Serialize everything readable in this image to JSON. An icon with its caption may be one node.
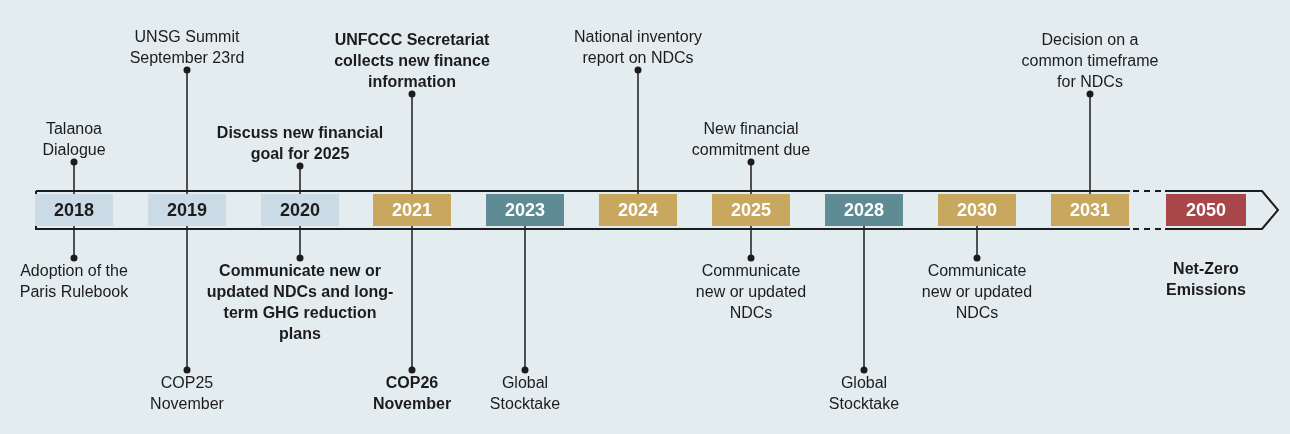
{
  "diagram": {
    "nodes": [
      {
        "text": [],
        "shape": "arrow"
      },
      {
        "text": [
          "2018"
        ],
        "in": 0
      },
      {
        "text": [
          "2019"
        ],
        "in": 0
      },
      {
        "text": [
          "2020"
        ],
        "in": 0
      },
      {
        "text": [
          "2021"
        ],
        "in": 0
      },
      {
        "text": [
          "2023"
        ],
        "in": 0
      },
      {
        "text": [
          "2024"
        ],
        "in": 0
      },
      {
        "text": [
          "2025"
        ],
        "in": 0
      },
      {
        "text": [
          "2028"
        ],
        "in": 0
      },
      {
        "text": [
          "2030"
        ],
        "in": 0
      },
      {
        "text": [
          "2031"
        ],
        "in": 0
      },
      {
        "text": [
          "2050"
        ],
        "in": 0,
        "beside": [
          "Net-Zero Emissions"
        ]
      },
      {
        "text": [
          "Talanoa Dialogue"
        ]
      },
      {
        "text": [
          "UNSG Summit September 23rd"
        ]
      },
      {
        "text": [
          "Discuss new financial goal for 2025"
        ]
      },
      {
        "text": [
          "UNFCCC Secretariat collects new finance information"
        ]
      },
      {
        "text": [
          "National inventory report on NDCs"
        ]
      },
      {
        "text": [
          "New financial commitment due"
        ]
      },
      {
        "text": [
          "Decision on a common timeframe for NDCs"
        ]
      },
      {
        "text": [
          "Adoption of the Paris Rulebook"
        ]
      },
      {
        "text": [
          "COP25 November"
        ]
      },
      {
        "text": [
          "Communicate new or updated NDCs and long-term GHG reduction plans"
        ]
      },
      {
        "text": [
          "COP26 November"
        ]
      },
      {
        "text": [
          "Global Stocktake"
        ]
      },
      {
        "text": [
          "Communicate new or updated NDCs"
        ]
      },
      {
        "text": [
          "Global Stocktake"
        ]
      },
      {
        "text": [
          "Communicate new or updated NDCs"
        ]
      }
    ],
    "edges": [
      {
        "from": 12,
        "to": 1,
        "arrow": "other"
      },
      {
        "from": 13,
        "to": 2,
        "arrow": "other"
      },
      {
        "from": 14,
        "to": 3,
        "arrow": "other"
      },
      {
        "from": 15,
        "to": 4,
        "arrow": "other"
      },
      {
        "from": 16,
        "to": 6,
        "arrow": "other"
      },
      {
        "from": 17,
        "to": 7,
        "arrow": "other"
      },
      {
        "from": 18,
        "to": 10,
        "arrow": "other"
      },
      {
        "from": 19,
        "to": 1,
        "arrow": "other"
      },
      {
        "from": 20,
        "to": 2,
        "arrow": "other"
      },
      {
        "from": 21,
        "to": 3,
        "arrow": "other"
      },
      {
        "from": 22,
        "to": 4,
        "arrow": "other"
      },
      {
        "from": 23,
        "to": 5,
        "arrow": "other"
      },
      {
        "from": 24,
        "to": 7,
        "arrow": "other"
      },
      {
        "from": 25,
        "to": 8,
        "arrow": "other"
      },
      {
        "from": 26,
        "to": 9,
        "arrow": "other"
      }
    ]
  }
}
